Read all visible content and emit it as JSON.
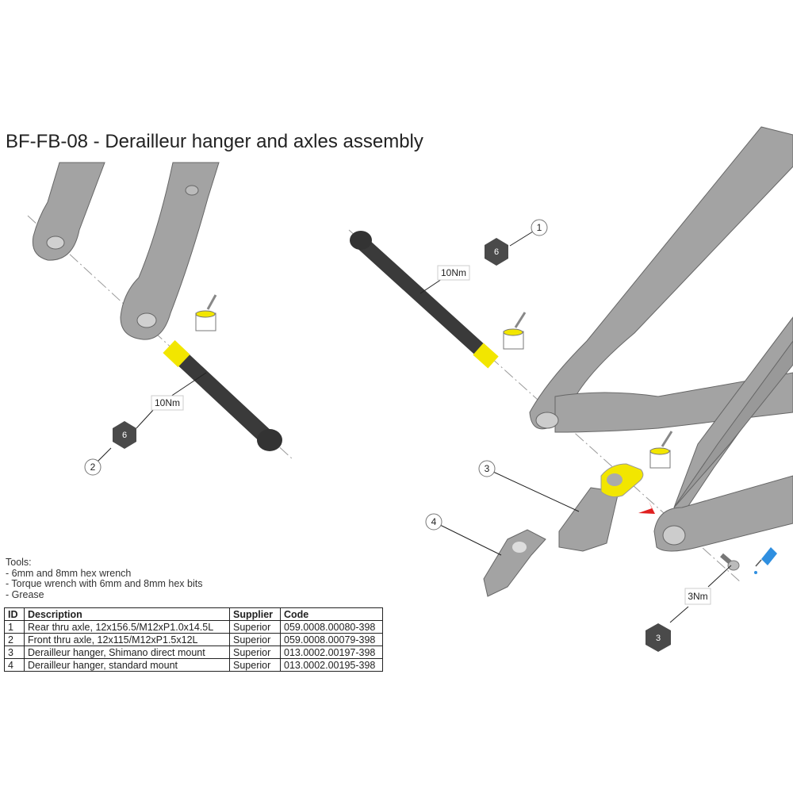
{
  "title": "BF-FB-08 - Derailleur hanger and axles assembly",
  "tools": {
    "heading": "Tools:",
    "items": [
      "- 6mm and 8mm hex wrench",
      "- Torque wrench with 6mm and 8mm hex bits",
      "- Grease"
    ]
  },
  "table": {
    "headers": [
      "ID",
      "Description",
      "Supplier",
      "Code"
    ],
    "rows": [
      [
        "1",
        "Rear thru axle, 12x156.5/M12xP1.0x14.5L",
        "Superior",
        "059.0008.00080-398"
      ],
      [
        "2",
        "Front thru axle, 12x115/M12xP1.5x12L",
        "Superior",
        "059.0008.00079-398"
      ],
      [
        "3",
        "Derailleur hanger, Shimano direct mount",
        "Superior",
        "013.0002.00197-398"
      ],
      [
        "4",
        "Derailleur hanger, standard mount",
        "Superior",
        "013.0002.00195-398"
      ]
    ]
  },
  "callouts": {
    "front_torque": "10Nm",
    "front_hex": "6",
    "front_id": "2",
    "rear_torque": "10Nm",
    "rear_hex": "6",
    "rear_id": "1",
    "hanger_id": "3",
    "hanger_alt_id": "4",
    "bolt_torque": "3Nm",
    "bolt_hex": "3"
  },
  "colors": {
    "part_gray": "#a3a3a3",
    "grease_yellow": "#f2e600",
    "axle_dark": "#3a3a3a",
    "hex_dark": "#4a4a4a",
    "threadlock_blue": "#2f8fe0",
    "arrow_red": "#e02020"
  }
}
